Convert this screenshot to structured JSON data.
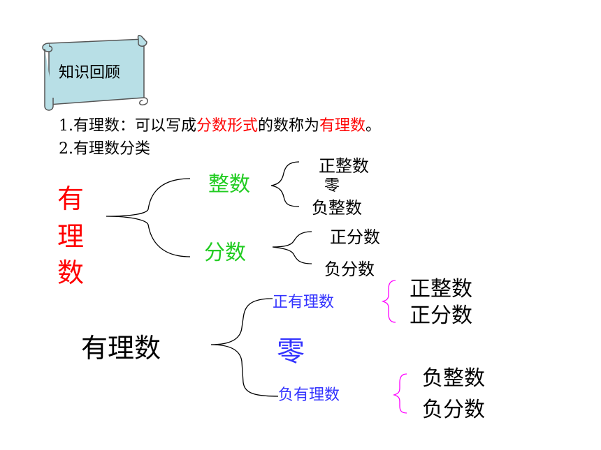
{
  "banner": {
    "title": "知识回顾"
  },
  "definition": {
    "prefix": "1.有理数：可以写成",
    "highlight1": "分数形式",
    "middle": "的数称为",
    "highlight2": "有理数",
    "suffix": "。"
  },
  "classification_heading": "2.有理数分类",
  "tree1": {
    "root": [
      "有",
      "理",
      "数"
    ],
    "integer": "整数",
    "integer_children": [
      "正整数",
      "零",
      "负整数"
    ],
    "fraction": "分数",
    "fraction_children": [
      "正分数",
      "负分数"
    ]
  },
  "tree2": {
    "root": "有理数",
    "positive": "正有理数",
    "zero": "零",
    "negative": "负有理数",
    "positive_children": [
      "正整数",
      "正分数"
    ],
    "negative_children": [
      "负整数",
      "负分数"
    ]
  },
  "colors": {
    "red": "#ff0000",
    "green": "#22cc22",
    "blue": "#3333ff",
    "magenta": "#ff00ff",
    "scroll_fill": "#b8dfe6"
  },
  "icons": {
    "banner": "scroll-banner-icon"
  }
}
